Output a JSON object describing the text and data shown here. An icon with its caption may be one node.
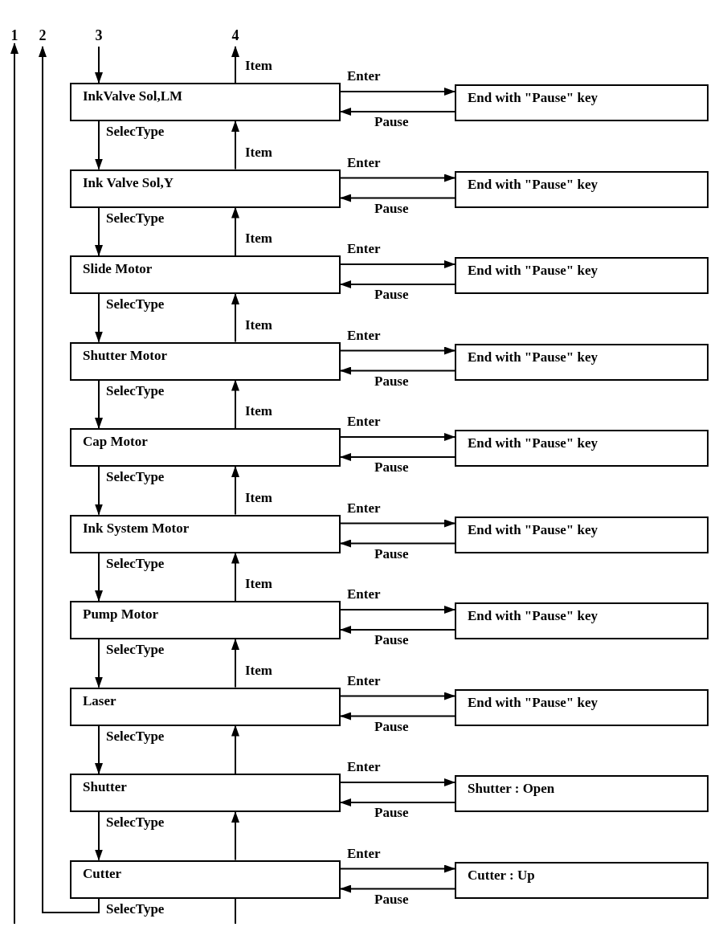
{
  "diagram": {
    "nodes": [
      {
        "text": [
          "1"
        ]
      },
      {
        "text": [
          "2"
        ]
      },
      {
        "text": [
          "3"
        ]
      },
      {
        "text": [
          "4"
        ]
      },
      {
        "text": [
          "InkValve Sol,LM"
        ]
      },
      {
        "text": [
          "End with \"Pause\" key"
        ]
      },
      {
        "text": [
          "Ink Valve Sol,Y"
        ]
      },
      {
        "text": [
          "End with \"Pause\" key"
        ]
      },
      {
        "text": [
          "Slide Motor"
        ]
      },
      {
        "text": [
          "End with \"Pause\" key"
        ]
      },
      {
        "text": [
          "Shutter Motor"
        ]
      },
      {
        "text": [
          "End with \"Pause\" key"
        ]
      },
      {
        "text": [
          "Cap Motor"
        ]
      },
      {
        "text": [
          "End with \"Pause\" key"
        ]
      },
      {
        "text": [
          "Ink System Motor"
        ]
      },
      {
        "text": [
          "End with \"Pause\" key"
        ]
      },
      {
        "text": [
          "Pump Motor"
        ]
      },
      {
        "text": [
          "End with \"Pause\" key"
        ]
      },
      {
        "text": [
          "Laser"
        ]
      },
      {
        "text": [
          "End with \"Pause\" key"
        ]
      },
      {
        "text": [
          "Shutter"
        ]
      },
      {
        "text": [
          "Shutter : Open"
        ]
      },
      {
        "text": [
          "Cutter"
        ]
      },
      {
        "text": [
          "Cutter : Up"
        ]
      }
    ],
    "edges": [
      {
        "from": 2,
        "to": 4,
        "arrow": "to"
      },
      {
        "from": 4,
        "to": 3,
        "arrow": "to",
        "label": "Item"
      },
      {
        "from": 4,
        "to": 5,
        "arrow": "to",
        "label": "Enter"
      },
      {
        "from": 5,
        "to": 4,
        "arrow": "to",
        "label": "Pause"
      },
      {
        "from": 4,
        "to": 6,
        "arrow": "to",
        "label": "SelecType"
      },
      {
        "from": 6,
        "to": 4,
        "arrow": "to",
        "label": "Item"
      },
      {
        "from": 6,
        "to": 7,
        "arrow": "to",
        "label": "Enter"
      },
      {
        "from": 7,
        "to": 6,
        "arrow": "to",
        "label": "Pause"
      },
      {
        "from": 6,
        "to": 8,
        "arrow": "to",
        "label": "SelecType"
      },
      {
        "from": 8,
        "to": 6,
        "arrow": "to",
        "label": "Item"
      },
      {
        "from": 8,
        "to": 9,
        "arrow": "to",
        "label": "Enter"
      },
      {
        "from": 9,
        "to": 8,
        "arrow": "to",
        "label": "Pause"
      },
      {
        "from": 8,
        "to": 10,
        "arrow": "to",
        "label": "SelecType"
      },
      {
        "from": 10,
        "to": 8,
        "arrow": "to",
        "label": "Item"
      },
      {
        "from": 10,
        "to": 11,
        "arrow": "to",
        "label": "Enter"
      },
      {
        "from": 11,
        "to": 10,
        "arrow": "to",
        "label": "Pause"
      },
      {
        "from": 10,
        "to": 12,
        "arrow": "to",
        "label": "SelecType"
      },
      {
        "from": 12,
        "to": 10,
        "arrow": "to",
        "label": "Item"
      },
      {
        "from": 12,
        "to": 13,
        "arrow": "to",
        "label": "Enter"
      },
      {
        "from": 13,
        "to": 12,
        "arrow": "to",
        "label": "Pause"
      },
      {
        "from": 12,
        "to": 14,
        "arrow": "to",
        "label": "SelecType"
      },
      {
        "from": 14,
        "to": 12,
        "arrow": "to",
        "label": "Item"
      },
      {
        "from": 14,
        "to": 15,
        "arrow": "to",
        "label": "Enter"
      },
      {
        "from": 15,
        "to": 14,
        "arrow": "to",
        "label": "Pause"
      },
      {
        "from": 14,
        "to": 16,
        "arrow": "to",
        "label": "SelecType"
      },
      {
        "from": 16,
        "to": 14,
        "arrow": "to",
        "label": "Item"
      },
      {
        "from": 16,
        "to": 17,
        "arrow": "to",
        "label": "Enter"
      },
      {
        "from": 17,
        "to": 16,
        "arrow": "to",
        "label": "Pause"
      },
      {
        "from": 16,
        "to": 18,
        "arrow": "to",
        "label": "SelecType"
      },
      {
        "from": 18,
        "to": 16,
        "arrow": "to",
        "label": "Item"
      },
      {
        "from": 18,
        "to": 19,
        "arrow": "to",
        "label": "Enter"
      },
      {
        "from": 19,
        "to": 18,
        "arrow": "to",
        "label": "Pause"
      },
      {
        "from": 18,
        "to": 20,
        "arrow": "to",
        "label": "SelecType"
      },
      {
        "from": 20,
        "to": 18,
        "arrow": "to"
      },
      {
        "from": 20,
        "to": 21,
        "arrow": "to",
        "label": "Enter"
      },
      {
        "from": 21,
        "to": 20,
        "arrow": "to",
        "label": "Pause"
      },
      {
        "from": 20,
        "to": 22,
        "arrow": "to",
        "label": "SelecType"
      },
      {
        "from": 22,
        "to": 20,
        "arrow": "to"
      },
      {
        "from": 22,
        "to": 23,
        "arrow": "to",
        "label": "Enter"
      },
      {
        "from": 23,
        "to": 22,
        "arrow": "to",
        "label": "Pause"
      },
      {
        "from": 22,
        "to": 1,
        "arrow": "to",
        "label": "SelecType"
      },
      {
        "from": null,
        "to": 0,
        "arrow": "to"
      },
      {
        "from": null,
        "to": 22,
        "arrow": "none"
      }
    ]
  }
}
